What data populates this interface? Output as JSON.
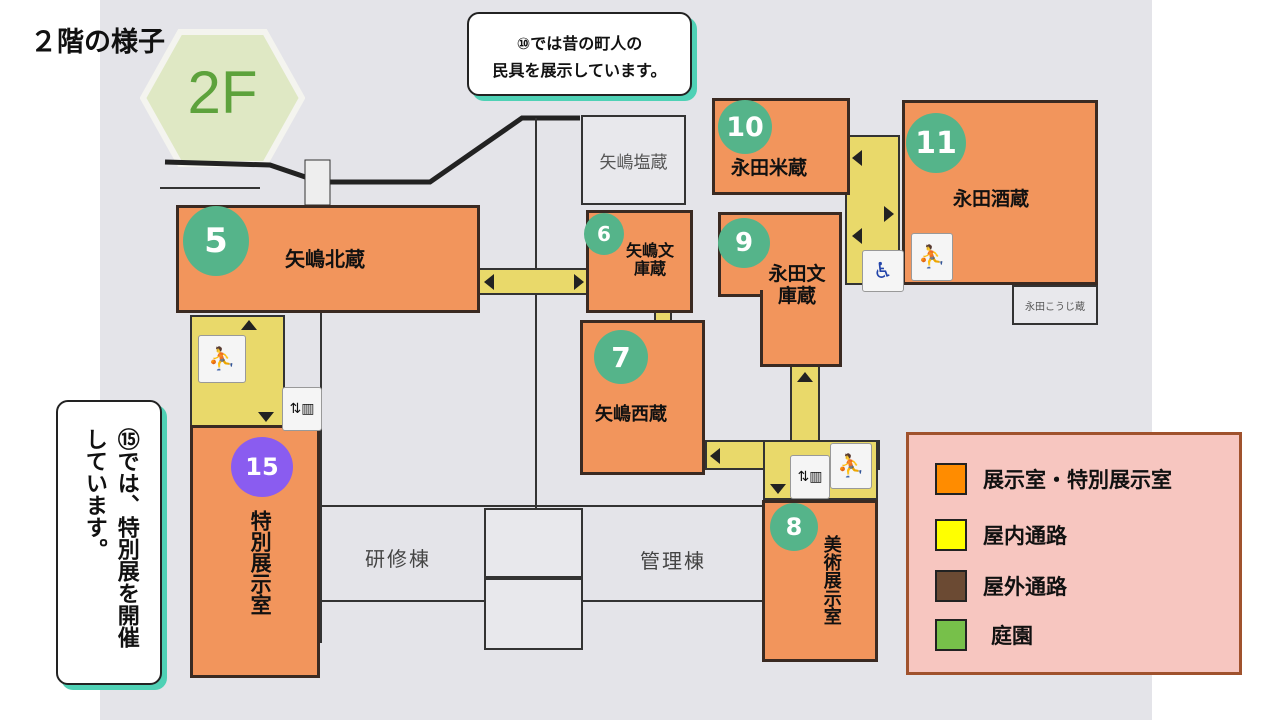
{
  "title": "２階の様子",
  "floor_badge": "2F",
  "callout_top": {
    "line1": "⑩では昔の町人の",
    "line2": "民具を展示しています。"
  },
  "callout_left": "⑮では、特別展を開催しています。",
  "rooms": [
    {
      "num": "5",
      "name": "矢嶋北蔵"
    },
    {
      "num": "6",
      "name": "矢嶋文庫蔵"
    },
    {
      "num": "7",
      "name": "矢嶋西蔵"
    },
    {
      "num": "8",
      "name": "美術展示室"
    },
    {
      "num": "9",
      "name": "永田文庫蔵"
    },
    {
      "num": "10",
      "name": "永田米蔵"
    },
    {
      "num": "11",
      "name": "永田酒蔵"
    },
    {
      "num": "15",
      "name": "特別展示室"
    }
  ],
  "other_buildings": {
    "shio": "矢嶋塩蔵",
    "kouji": "永田こうじ蔵",
    "kenshu": "研修棟",
    "kanri": "管理棟"
  },
  "icons": [
    "stairs-icon",
    "elevator-icon",
    "wheelchair-icon"
  ],
  "legend": [
    {
      "label": "展示室・特別展示室",
      "color": "#ff8c00"
    },
    {
      "label": "屋内通路",
      "color": "#ffff00"
    },
    {
      "label": "屋外通路",
      "color": "#6b4a33"
    },
    {
      "label": "庭園",
      "color": "#77c04a"
    }
  ]
}
